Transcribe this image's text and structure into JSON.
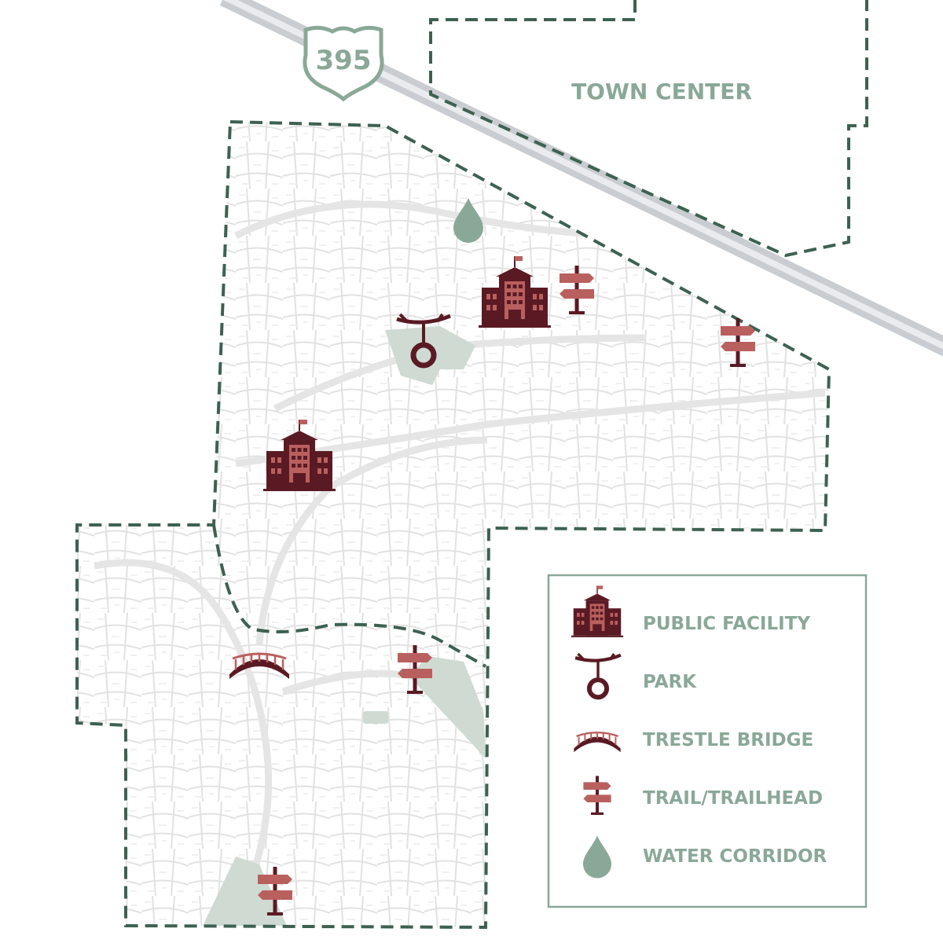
{
  "highway": {
    "number": "395"
  },
  "labels": {
    "town_center": "TOWN CENTER"
  },
  "legend": {
    "items": [
      {
        "icon": "public-facility-icon",
        "label": "PUBLIC FACILITY"
      },
      {
        "icon": "park-icon",
        "label": "PARK"
      },
      {
        "icon": "trestle-bridge-icon",
        "label": "TRESTLE BRIDGE"
      },
      {
        "icon": "trailhead-icon",
        "label": "TRAIL/TRAILHEAD"
      },
      {
        "icon": "water-drop-icon",
        "label": "WATER CORRIDOR"
      }
    ]
  },
  "colors": {
    "boundary": "#3d6151",
    "label_green": "#8aa898",
    "road_gray": "#c9ccd0",
    "street_lines": "#e2e2e2",
    "green_space": "#cfdad2",
    "icon_dark": "#5a1a24",
    "icon_accent": "#b9605f",
    "water": "#8aa898"
  }
}
